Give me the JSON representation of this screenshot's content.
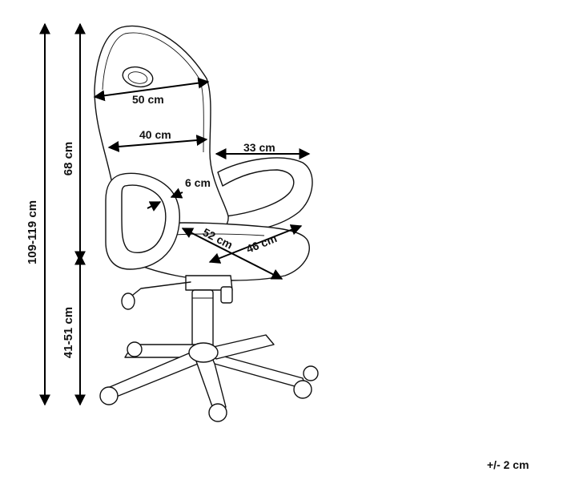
{
  "dimensions": {
    "total_height": "109-119 cm",
    "backrest_height": "68 cm",
    "seat_height": "41-51 cm",
    "backrest_top_width": "50 cm",
    "backrest_mid_width": "40 cm",
    "armrest_depth": "33 cm",
    "armrest_thickness": "6 cm",
    "seat_width": "52 cm",
    "seat_depth": "46 cm"
  },
  "tolerance": "+/- 2 cm",
  "colors": {
    "line": "#111111",
    "background": "#ffffff"
  }
}
